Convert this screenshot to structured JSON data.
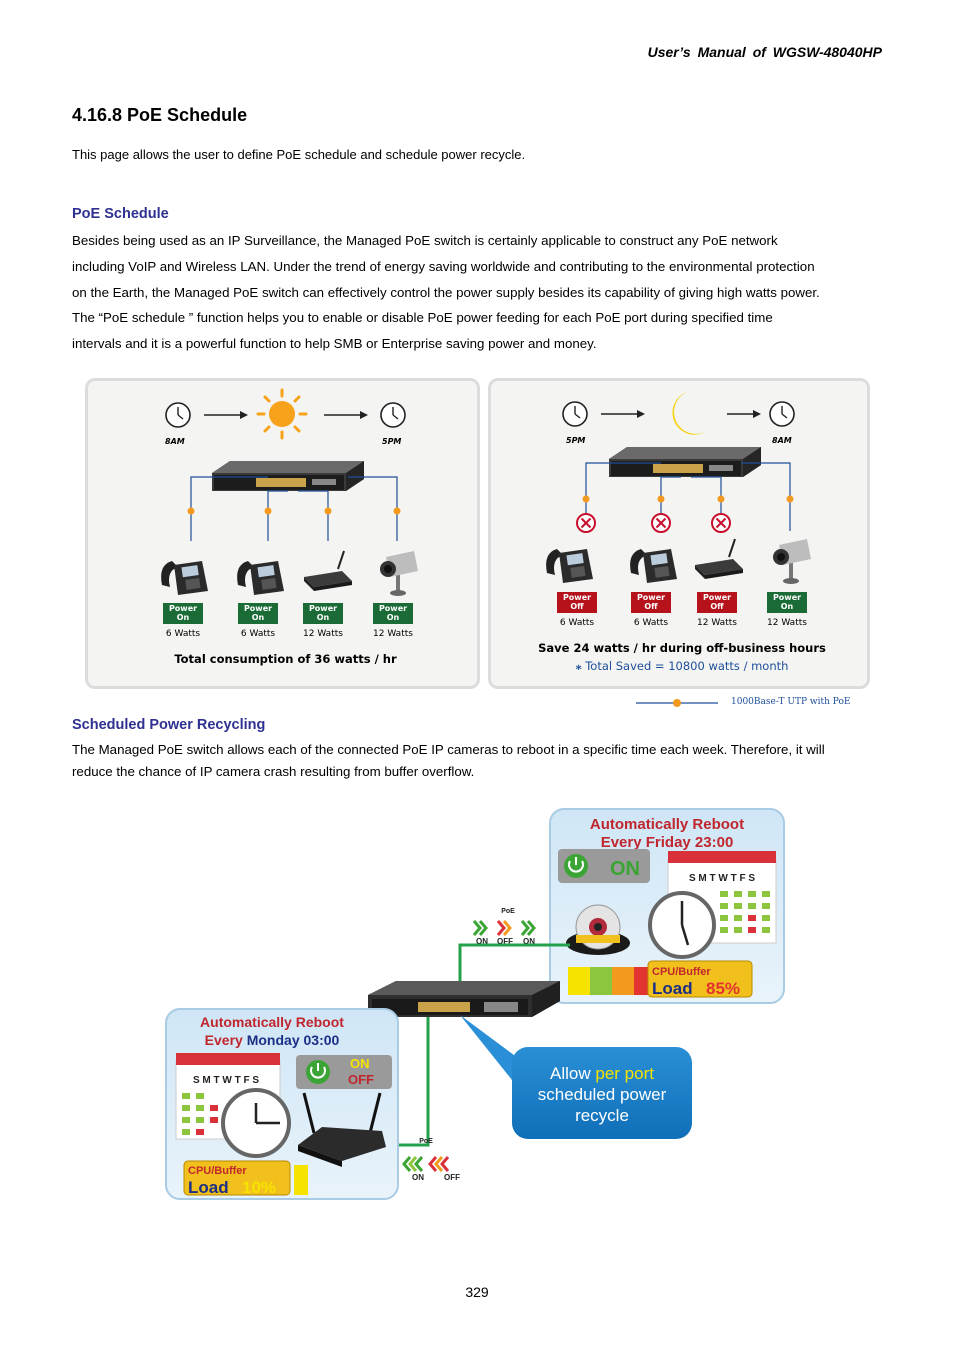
{
  "header": {
    "title": "User’s Manual of WGSW-48040HP"
  },
  "section": {
    "title": "4.16.8 PoE Schedule",
    "intro": "This page allows the user to define PoE schedule and schedule power recycle."
  },
  "poe_schedule": {
    "heading": "PoE Schedule",
    "lines": [
      "Besides being used as an IP Surveillance, the Managed PoE switch is certainly applicable to construct any PoE network",
      "including VoIP and Wireless LAN. Under the trend of energy saving worldwide and contributing to the environmental protection",
      "on the Earth, the Managed PoE switch can effectively control the power supply besides its capability of giving high watts power.",
      "The “PoE schedule ” function helps you to enable or disable PoE power feeding for each PoE port during specified time",
      "intervals and it is a powerful function to help SMB or Enterprise saving power and money."
    ]
  },
  "diagram1": {
    "day": {
      "start_time": "8AM",
      "end_time": "5PM",
      "devices": [
        {
          "state_line1": "Power",
          "state_line2": "On",
          "watts": "6 Watts",
          "state": "on"
        },
        {
          "state_line1": "Power",
          "state_line2": "On",
          "watts": "6 Watts",
          "state": "on"
        },
        {
          "state_line1": "Power",
          "state_line2": "On",
          "watts": "12 Watts",
          "state": "on"
        },
        {
          "state_line1": "Power",
          "state_line2": "On",
          "watts": "12 Watts",
          "state": "on"
        }
      ],
      "summary": "Total consumption of 36 watts / hr"
    },
    "night": {
      "start_time": "5PM",
      "end_time": "8AM",
      "devices": [
        {
          "state_line1": "Power",
          "state_line2": "Off",
          "watts": "6 Watts",
          "state": "off"
        },
        {
          "state_line1": "Power",
          "state_line2": "Off",
          "watts": "6 Watts",
          "state": "off"
        },
        {
          "state_line1": "Power",
          "state_line2": "Off",
          "watts": "12 Watts",
          "state": "off"
        },
        {
          "state_line1": "Power",
          "state_line2": "On",
          "watts": "12 Watts",
          "state": "on"
        }
      ],
      "summary": "Save 24 watts / hr during off-business hours",
      "saved_star": "⁎",
      "saved": "Total Saved = 10800 watts / month"
    },
    "legend": "1000Base-T UTP with PoE",
    "colors": {
      "on": "#1a6b36",
      "off": "#b5121b",
      "line": "#1e4f9a",
      "poe_dot": "#f39a1e"
    }
  },
  "recycling": {
    "heading": "Scheduled Power Recycling",
    "lines": [
      "The Managed PoE switch allows each of the connected PoE IP cameras to reboot in a specific time each week. Therefore, it will",
      "reduce the chance of IP camera crash resulting from buffer overflow."
    ]
  },
  "diagram2": {
    "friday": {
      "title1": "Automatically Reboot",
      "title2": "Every Friday 23:00",
      "power_state": "ON",
      "weekdays": "S M T W T F S",
      "cpu_label": "CPU/Buffer",
      "load_label": "Load",
      "load_value": "85%"
    },
    "monday": {
      "title1": "Automatically Reboot",
      "title2_a": "Every",
      "title2_b": "Monday 03:00",
      "state_on": "ON",
      "state_off": "OFF",
      "weekdays": "S M T W T F S",
      "cpu_label": "CPU/Buffer",
      "load_label": "Load",
      "load_value": "10%"
    },
    "poe_top": {
      "label": "PoE",
      "on1": "ON",
      "off": "OFF",
      "on2": "ON"
    },
    "poe_bottom": {
      "label": "PoE",
      "on": "ON",
      "off": "OFF"
    },
    "callout": {
      "line1_a": "Allow",
      "line1_b": "per port",
      "line2": "scheduled power",
      "line3": "recycle"
    }
  },
  "page_number": "329"
}
